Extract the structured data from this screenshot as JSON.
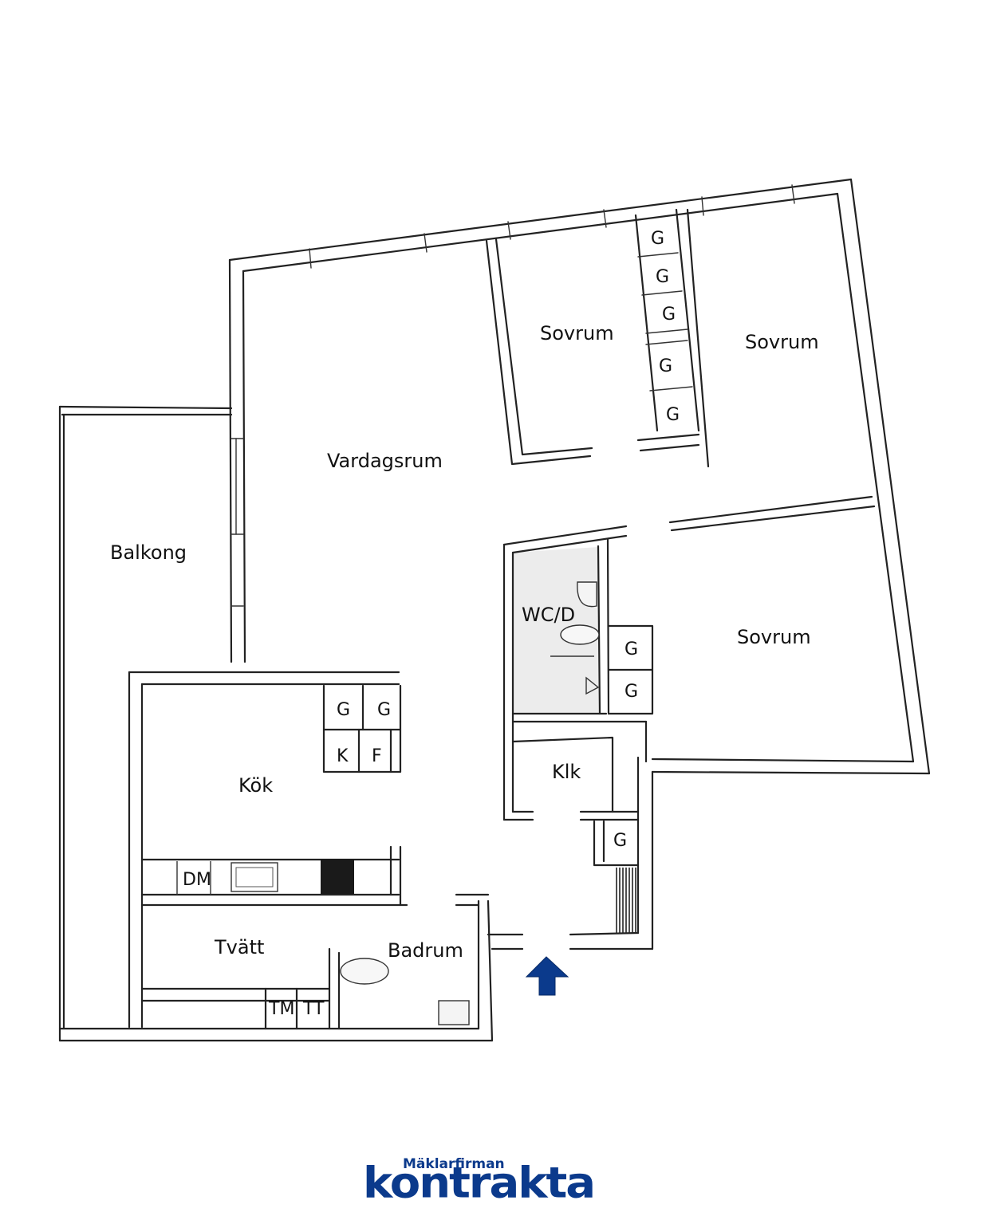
{
  "rooms": {
    "sovrum_1": "Sovrum",
    "sovrum_2": "Sovrum",
    "sovrum_3": "Sovrum",
    "vardagsrum": "Vardagsrum",
    "balkong": "Balkong",
    "wc": "WC/D",
    "kok": "Kök",
    "klk": "Klk",
    "tvatt": "Tvätt",
    "badrum": "Badrum"
  },
  "fixtures": {
    "g": "G",
    "k": "K",
    "f": "F",
    "dm": "DM",
    "tm": "TM",
    "tt": "TT"
  },
  "logo": {
    "top_text": "Mäklarfirman",
    "brand": "kontrakta",
    "color": "#0b3a8c"
  },
  "colors": {
    "wc_fill": "#ececec",
    "entrance_arrow": "#0b3a8c",
    "stove": "#1a1a1a"
  }
}
